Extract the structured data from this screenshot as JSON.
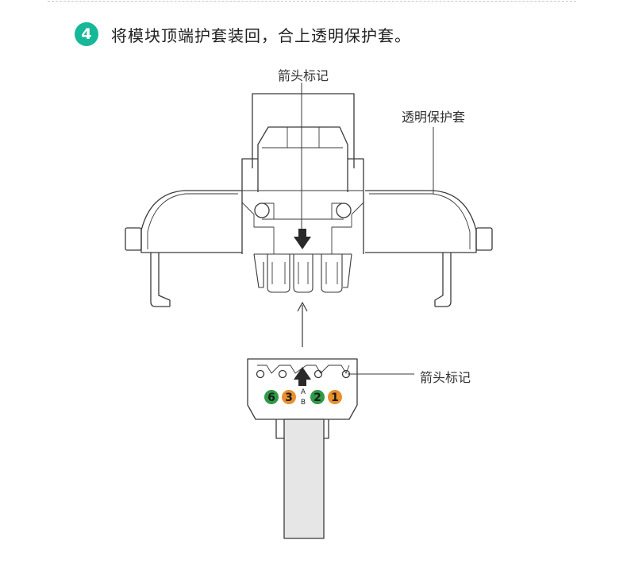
{
  "step": {
    "number": "4",
    "instruction": "将模块顶端护套装回，合上透明保护套。"
  },
  "labels": {
    "arrow_mark_top": "箭头标记",
    "transparent_cover": "透明保护套",
    "arrow_mark_bottom": "箭头标记",
    "pin_a": "A",
    "pin_b": "B"
  },
  "wires": [
    {
      "number": "6",
      "color": "#2e9a47"
    },
    {
      "number": "3",
      "color": "#e8902c"
    },
    {
      "number": "2",
      "color": "#2e9a47"
    },
    {
      "number": "1",
      "color": "#e8902c"
    }
  ],
  "colors": {
    "accent": "#17b897",
    "line": "#3a3a3a",
    "cable": "#e6e6e6"
  }
}
